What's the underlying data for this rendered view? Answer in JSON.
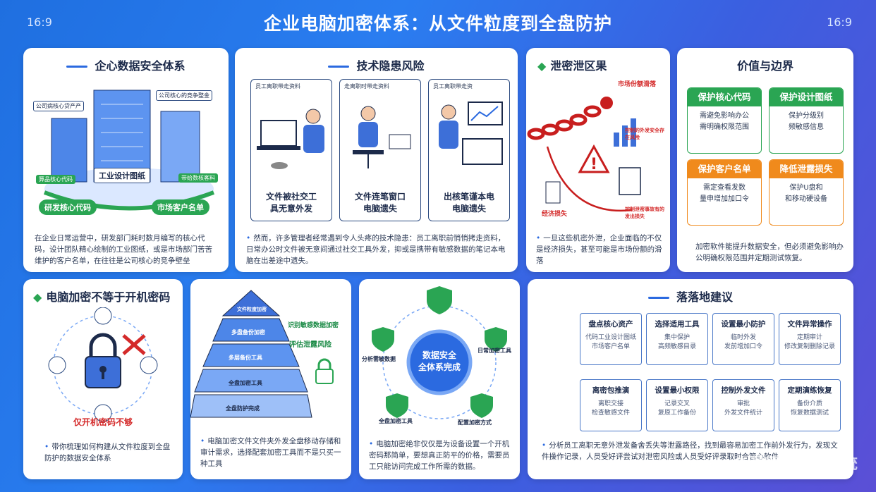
{
  "header": {
    "ratio_left": "16:9",
    "ratio_right": "16:9",
    "title": "企业电脑加密体系：从文件粒度到全盘防护"
  },
  "card1": {
    "title": "企心数据安全体系",
    "labels": {
      "top_left": "公司病核心贷产产",
      "top_right": "公司核心的竞争整金",
      "center": "工业设计图纸",
      "left_small": "算品核心代码",
      "right_small": "带给数核客料",
      "bottom_left": "研发核心代码",
      "bottom_right": "市场客户名单"
    },
    "text": "在企业日常运营中，研发部门耗时数月编写的核心代码，设计团队精心绘制的工业图纸，或是市场部门苦苦维护的客户名单，在往往是公司核心的竞争壁垒"
  },
  "card2": {
    "title": "技术隐患风险",
    "panels": [
      {
        "head": "员工离职带走资料",
        "caption_line1": "文件被社交工",
        "caption_line2": "具无意外发"
      },
      {
        "head": "走离职时带走资料",
        "caption_line1": "文件连笔窗口",
        "caption_line2": "电脑遗失"
      },
      {
        "head": "员工离职带走资",
        "caption_line1": "出核笔谨本电",
        "caption_line2": "电脑遗失"
      }
    ],
    "text": "然而，许多管理者经常遇到令人头疼的技术隐患：员工离职前悄悄拷走资料，日常办公时文件被无意间通过社交工具外发，抑或是携带有敏感数据的笔记本电脑在出差途中遗失。"
  },
  "card3": {
    "title": "泄密泄区果",
    "labels": {
      "market": "市场份额滑落",
      "middle": "控制的外发安全存在风险",
      "econ": "经济损失",
      "control": "控制泄密事故有的发出损失"
    },
    "text": "一旦这些机密外泄，企业面临的不仅是经济损失，甚至可能是市场份额的滑落"
  },
  "card4": {
    "title": "价值与边界",
    "boxes": [
      {
        "head": "保护核心代码",
        "line1": "需避免影响办公",
        "line2": "需明确权限范围"
      },
      {
        "head": "保护设计图纸",
        "line1": "保护分级别",
        "line2": "频敏感信息"
      },
      {
        "head": "保护客户名单",
        "line1": "需定查看发数",
        "line2": "量申增加加口令"
      },
      {
        "head": "降低泄露损失",
        "line1": "保护U盘和",
        "line2": "和移动硬设备"
      }
    ],
    "text": "加密软件能提升数据安全，但必须避免影响办公明确权限范围并定期测试恢复。"
  },
  "card5": {
    "title": "电脑加密不等于开机密码",
    "warning": "仅开机密码不够",
    "text": "带你梳理如何构建从文件粒度到全盘防护的数据安全体系"
  },
  "card6": {
    "layers": [
      "文件粒度加密",
      "多盘备份加密",
      "多层备份工具",
      "全盘加密工具",
      "全盘防护完成"
    ],
    "label_top": "识别敏感数据加密",
    "label_mid": "评估泄露风险",
    "text": "电脑加密文件文件夹外发全盘移动存储和审计需求，选择配套加密工具而不是只买一种工具"
  },
  "card7": {
    "center_line1": "数据安全",
    "center_line2": "全体系完成",
    "nodes": [
      "分析需敏数据",
      "日常加密工具",
      "全盘加密工具",
      "配置加密方式"
    ],
    "text": "电脑加密绝非仅仅是为设备设置一个开机密码那简单，要想真正防平的价格，需要员工只能访问完成工作所需的数据。"
  },
  "card8": {
    "title": "落落地建议",
    "row1": [
      {
        "head": "盘点核心资产",
        "line1": "代码工业设计图纸",
        "line2": "市场客户名单"
      },
      {
        "head": "选择适用工具",
        "line1": "集中保护",
        "line2": "高频敏感目录"
      },
      {
        "head": "设置最小防护",
        "line1": "临时外发",
        "line2": "发前增加口令"
      },
      {
        "head": "文件异常操作",
        "line1": "定期审计",
        "line2": "修改复制删除记录"
      }
    ],
    "row2": [
      {
        "head": "离密包推演",
        "line1": "离职交接",
        "line2": "检查敏感文件"
      },
      {
        "head": "设置最小权限",
        "line1": "记录交叉",
        "line2": "复原工作备份"
      },
      {
        "head": "控制外发文件",
        "line1": "审批",
        "line2": "外发文件统计"
      },
      {
        "head": "定期演练恢复",
        "line1": "备份介质",
        "line2": "恢复数据测试"
      }
    ],
    "text": "分析员工离职无意外泄发备舍丢失等泄露路径，找到最容易加密工作前外发行为，发现文件操作记录，人员受好评尝试对泄密风险或人员受好评录取时合管心软件"
  },
  "watermark": "@洞察眼MIT系统",
  "colors": {
    "primary": "#2b6ae0",
    "green": "#2aa553",
    "orange": "#f08a1c",
    "red": "#d42a2a"
  }
}
